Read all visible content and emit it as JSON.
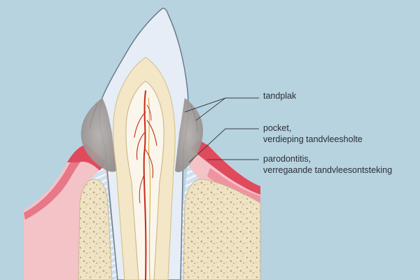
{
  "labels": {
    "plaque": {
      "line1": "tandplak"
    },
    "pocket": {
      "line1": "pocket,",
      "line2": "verdieping tandvleesholte"
    },
    "periodontitis": {
      "line1": "parodontitis,",
      "line2": "verregaande tandvleesontsteking"
    }
  },
  "colors": {
    "background": "#b7d3e0",
    "enamel": "#e6edf6",
    "dentin": "#f4e7c8",
    "pulp": "#fbf6ec",
    "nerve": "#c42a1a",
    "plaque": "#a9a4a2",
    "gum": "#f4c3c8",
    "gum_inflamed": "#e04a5d",
    "bone": "#efe3c4",
    "bone_speckle": "#b9a98c",
    "leader_line": "#3a3f44"
  }
}
